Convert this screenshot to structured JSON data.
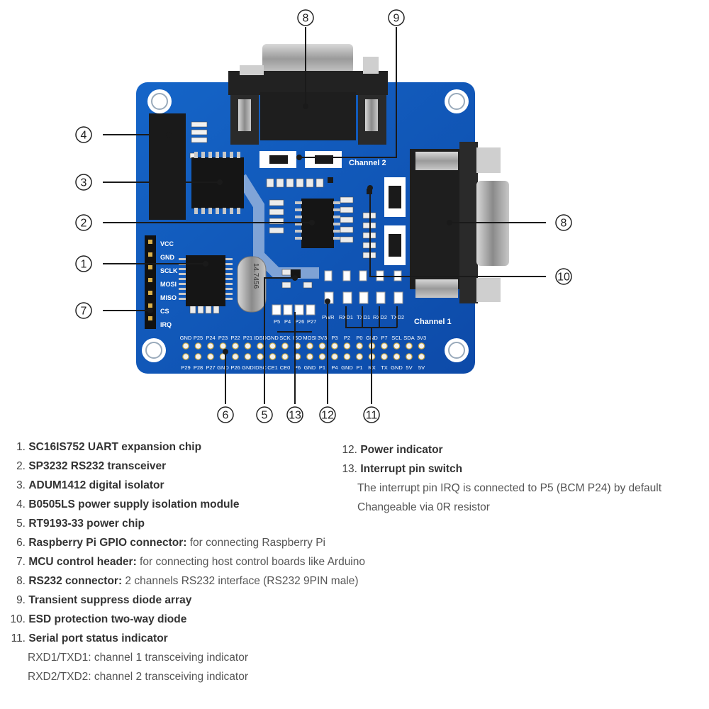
{
  "board": {
    "pins": [
      "VCC",
      "GND",
      "SCLK",
      "MOSI",
      "MISO",
      "CS",
      "IRQ"
    ],
    "top_header_labels": [
      "GND",
      "P25",
      "P24",
      "P23",
      "P22",
      "P21",
      "IDSD",
      "GND",
      "SCK",
      "ISO",
      "MOSI",
      "3V3",
      "P3",
      "P2",
      "P0",
      "GND",
      "P7",
      "SCL",
      "SDA",
      "3V3"
    ],
    "bottom_header_labels": [
      "P29",
      "P28",
      "P27",
      "GND",
      "P26",
      "GND",
      "IDSC",
      "CE1",
      "CE0",
      "P6",
      "GND",
      "P1",
      "P4",
      "GND",
      "P1",
      "RX",
      "TX",
      "GND",
      "5V",
      "5V"
    ],
    "led_labels": [
      "PWR",
      "RXD1",
      "TXD1",
      "RXD2",
      "TXD2"
    ],
    "switch_labels": [
      "P5",
      "P4",
      "P26",
      "P27"
    ],
    "crystal_label": "14.7456",
    "channel1": "Channel 1",
    "channel2": "Channel 2"
  },
  "callouts": [
    "1",
    "2",
    "3",
    "4",
    "5",
    "6",
    "7",
    "8",
    "9",
    "10",
    "11",
    "12",
    "13",
    "8"
  ],
  "legend_left": [
    {
      "num": "1.",
      "name": "SC16IS752 UART expansion chip",
      "desc": ""
    },
    {
      "num": "2.",
      "name": "SP3232 RS232 transceiver",
      "desc": ""
    },
    {
      "num": "3.",
      "name": "ADUM1412 digital isolator",
      "desc": ""
    },
    {
      "num": "4.",
      "name": "B0505LS power supply isolation module",
      "desc": ""
    },
    {
      "num": "5.",
      "name": "RT9193-33 power chip",
      "desc": ""
    },
    {
      "num": "6.",
      "name": "Raspberry Pi GPIO connector:",
      "desc": " for connecting Raspberry Pi"
    },
    {
      "num": "7.",
      "name": "MCU control header:",
      "desc": " for connecting host control boards like Arduino"
    },
    {
      "num": "8.",
      "name": "RS232 connector:",
      "desc": " 2 channels RS232 interface (RS232 9PIN male)"
    },
    {
      "num": "9.",
      "name": "Transient suppress diode array",
      "desc": ""
    },
    {
      "num": "10.",
      "name": "ESD protection two-way diode",
      "desc": ""
    },
    {
      "num": "11.",
      "name": "Serial port status indicator",
      "desc": ""
    }
  ],
  "legend_left_sub": [
    "RXD1/TXD1: channel 1 transceiving indicator",
    "RXD2/TXD2: channel 2 transceiving indicator"
  ],
  "legend_right": [
    {
      "num": "12.",
      "name": "Power indicator",
      "desc": ""
    },
    {
      "num": "13.",
      "name": "Interrupt pin switch",
      "desc": ""
    }
  ],
  "legend_right_sub": [
    "The interrupt pin IRQ is connected to P5 (BCM P24) by default",
    "Changeable via 0R resistor"
  ]
}
